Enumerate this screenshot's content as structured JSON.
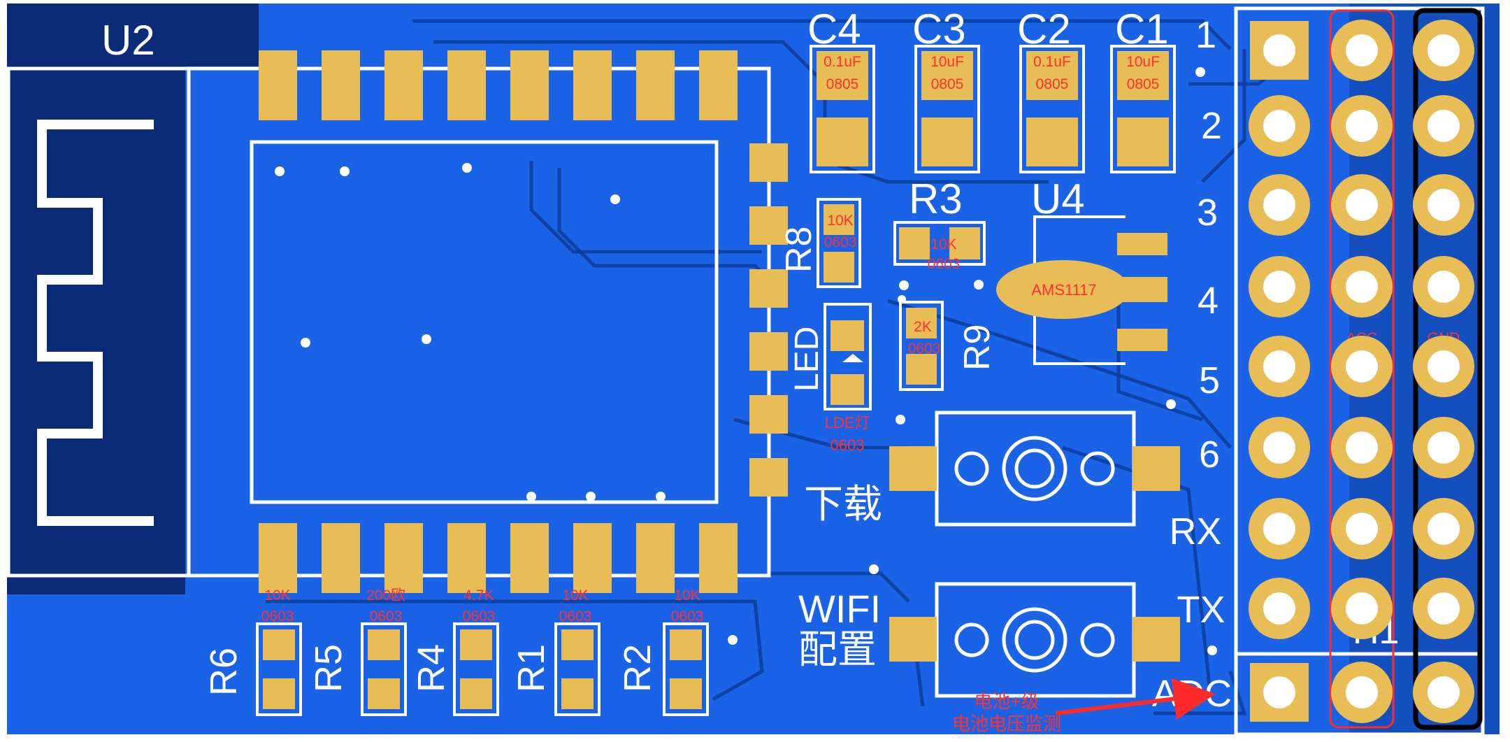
{
  "board": {
    "colors": {
      "copper": "#1a63e6",
      "dark_mask": "#0b2a78",
      "pad": "#e8bd55",
      "silk": "#ffffff",
      "note": "#ff3030",
      "highlight_red": "#ff2a2a",
      "highlight_black": "#000000"
    },
    "module": {
      "ref": "U2"
    },
    "capacitors": [
      {
        "ref": "C4",
        "value": "0.1uF",
        "package": "0805"
      },
      {
        "ref": "C3",
        "value": "10uF",
        "package": "0805"
      },
      {
        "ref": "C2",
        "value": "0.1uF",
        "package": "0805"
      },
      {
        "ref": "C1",
        "value": "10uF",
        "package": "0805"
      }
    ],
    "r8": {
      "ref": "R8",
      "value": "10K",
      "package": "0603"
    },
    "r3": {
      "ref": "R3",
      "value": "10K",
      "package": "0603"
    },
    "r9": {
      "ref": "R9",
      "value": "2K",
      "package": "0603"
    },
    "u4": {
      "ref": "U4",
      "part": "AMS1117"
    },
    "led": {
      "ref": "LED",
      "note": "LDE灯",
      "package": "0603"
    },
    "buttons": [
      {
        "label": "下载"
      },
      {
        "label_line1": "WIFI",
        "label_line2": "配置"
      }
    ],
    "bottom_resistors": [
      {
        "ref": "R6",
        "value": "10K",
        "package": "0603"
      },
      {
        "ref": "R5",
        "value": "200欧",
        "package": "0603"
      },
      {
        "ref": "R4",
        "value": "4.7K",
        "package": "0603"
      },
      {
        "ref": "R1",
        "value": "10K",
        "package": "0603"
      },
      {
        "ref": "R2",
        "value": "10K",
        "package": "0603"
      }
    ],
    "header": {
      "ref": "H1",
      "pin_labels": [
        "1",
        "2",
        "3",
        "4",
        "5",
        "6",
        "RX",
        "TX",
        "ADC"
      ],
      "column_labels": {
        "acc": "ACC",
        "gnd": "GND"
      }
    },
    "annotation": {
      "line1": "电池+级",
      "line2": "电池电压监测"
    }
  }
}
